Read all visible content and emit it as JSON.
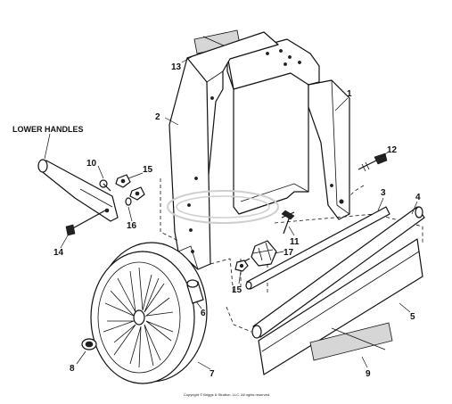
{
  "diagram": {
    "caption": "LOWER HANDLES",
    "copyright": "Copyright © Briggs & Stratton, LLC. All rights reserved.",
    "callouts": [
      "1",
      "2",
      "3",
      "4",
      "5",
      "6",
      "7",
      "8",
      "9",
      "10",
      "11",
      "12",
      "13",
      "14",
      "15",
      "15",
      "16",
      "17"
    ]
  }
}
